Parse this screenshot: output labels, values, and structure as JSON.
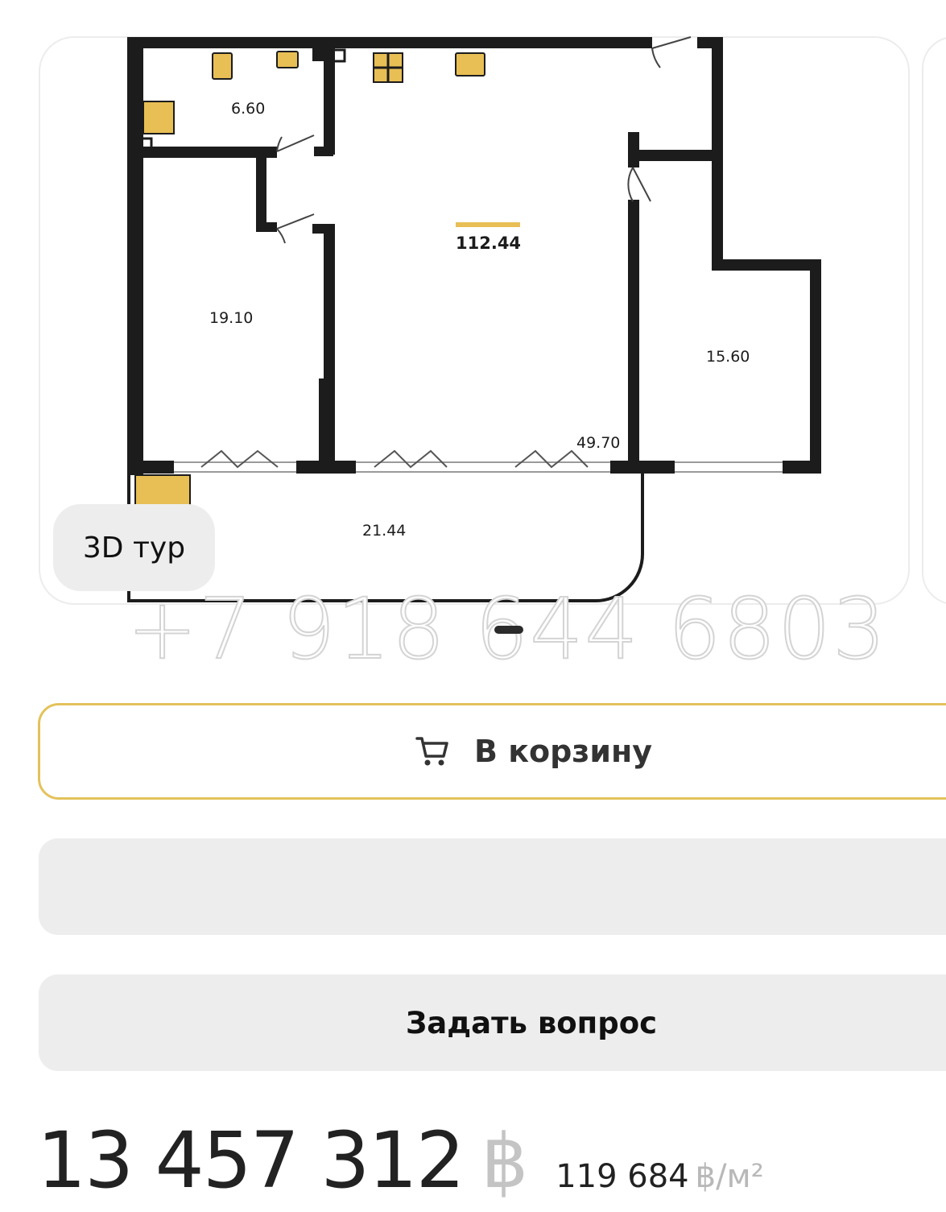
{
  "floorplan": {
    "rooms": [
      {
        "id": "bathroom",
        "area": "6.60"
      },
      {
        "id": "bedroom-left",
        "area": "19.10"
      },
      {
        "id": "living",
        "area": "112.44"
      },
      {
        "id": "bedroom-right",
        "area": "15.60"
      },
      {
        "id": "hall",
        "area": "49.70"
      },
      {
        "id": "terrace",
        "area": "21.44"
      }
    ]
  },
  "tour_button": {
    "label": "3D тур"
  },
  "watermark": {
    "text": "+7 918 644 6803"
  },
  "cart_button": {
    "label": "В корзину",
    "icon": "cart-icon"
  },
  "ask_button": {
    "label": "Задать вопрос"
  },
  "price": {
    "total": "13 457 312",
    "currency": "฿",
    "per_square": "119 684",
    "per_square_unit": "฿/м²"
  },
  "colors": {
    "accent": "#e3c25a",
    "wall": "#1c1c1c",
    "fixture": "#e8bf55",
    "button_grey": "#ededed"
  }
}
